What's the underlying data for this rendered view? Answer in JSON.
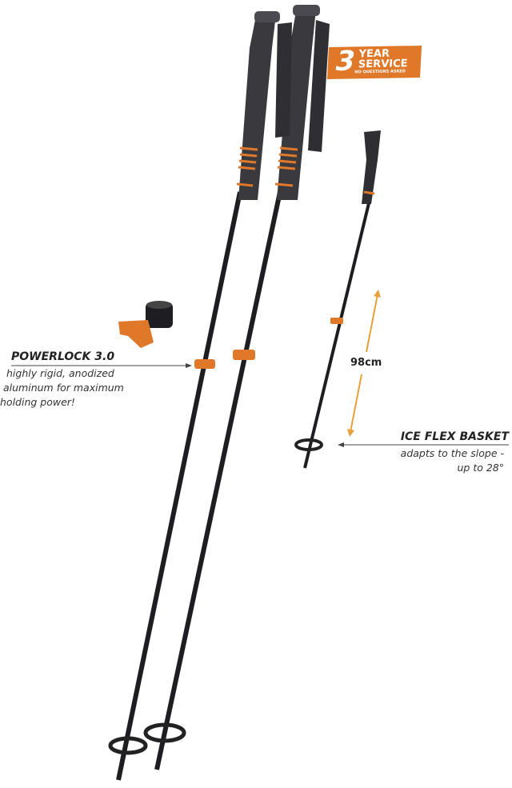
{
  "badge": {
    "number": "3",
    "line1": "YEAR",
    "line2": "SERVICE",
    "subline": "NO QUESTIONS ASKED",
    "color": "#e0782a"
  },
  "powerlock": {
    "title": "POWERLOCK 3.0",
    "description": [
      "highly rigid, anodized",
      "aluminum for maximum",
      "holding power!"
    ]
  },
  "basket": {
    "title": "ICE FLEX BASKET",
    "description": [
      "adapts to the slope -",
      "up to 28°"
    ]
  },
  "collapsed_length": "98cm",
  "colors": {
    "accent": "#e0782a",
    "pole": "#1e1e22",
    "grip": "#3a3a3e"
  }
}
